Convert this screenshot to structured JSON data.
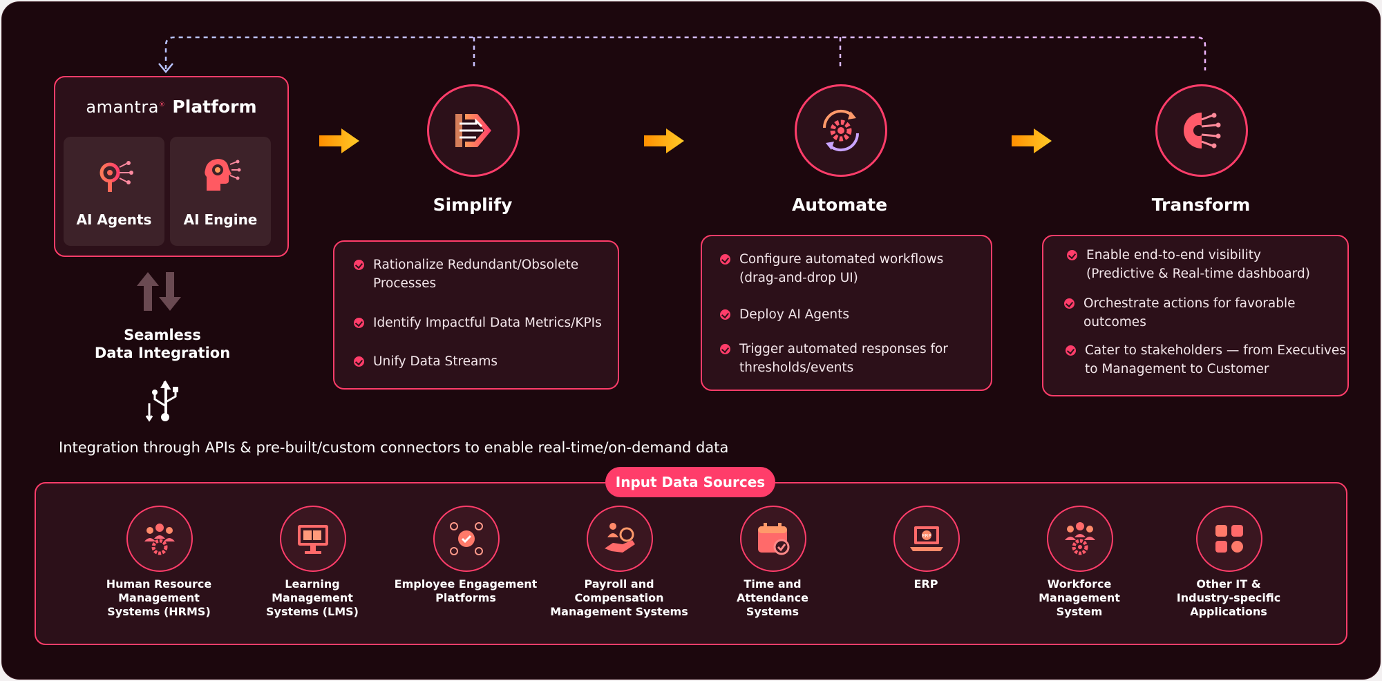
{
  "platform": {
    "brand": "amantra",
    "brand_mark": "®",
    "title": "Platform",
    "sub_cards": [
      {
        "label": "AI Agents",
        "icon": "gear-circuit-icon"
      },
      {
        "label": "AI Engine",
        "icon": "head-gear-icon"
      }
    ]
  },
  "steps": [
    {
      "title": "Simplify",
      "icon": "merge-arrow-icon",
      "bullets": [
        [
          "Rationalize Redundant/Obsolete",
          "Processes"
        ],
        [
          "Identify Impactful Data Metrics/KPIs"
        ],
        [
          "Unify Data Streams"
        ]
      ]
    },
    {
      "title": "Automate",
      "icon": "gear-cycle-icon",
      "bullets": [
        [
          "Configure automated workflows",
          "(drag-and-drop UI)"
        ],
        [
          "Deploy AI Agents"
        ],
        [
          "Trigger automated responses for",
          "thresholds/events"
        ]
      ]
    },
    {
      "title": "Transform",
      "icon": "gear-network-icon",
      "bullets": [
        [
          "Enable end-to-end visibility",
          "(Predictive & Real-time dashboard)"
        ],
        [
          "Orchestrate actions for favorable",
          "outcomes"
        ],
        [
          "Cater to stakeholders — from Executives",
          "to Management to Customer"
        ]
      ]
    }
  ],
  "integration": {
    "title_line1": "Seamless",
    "title_line2": "Data Integration",
    "description": "Integration through APIs & pre-built/custom connectors to enable real-time/on-demand data"
  },
  "inputs": {
    "title": "Input Data Sources",
    "items": [
      {
        "lines": [
          "Human Resource",
          "Management",
          "Systems (HRMS)"
        ],
        "icon": "people-gear-icon"
      },
      {
        "lines": [
          "Learning",
          "Management",
          "Systems (LMS)"
        ],
        "icon": "monitor-book-icon"
      },
      {
        "lines": [
          "Employee Engagement",
          "Platforms"
        ],
        "icon": "people-network-icon"
      },
      {
        "lines": [
          "Payroll and",
          "Compensation",
          "Management Systems"
        ],
        "icon": "hand-coin-icon"
      },
      {
        "lines": [
          "Time and",
          "Attendance",
          "Systems"
        ],
        "icon": "calendar-check-icon"
      },
      {
        "lines": [
          "ERP"
        ],
        "icon": "erp-laptop-icon"
      },
      {
        "lines": [
          "Workforce",
          "Management",
          "System"
        ],
        "icon": "team-gear-icon"
      },
      {
        "lines": [
          "Other IT &",
          "Industry-specific",
          "Applications"
        ],
        "icon": "app-grid-icon"
      }
    ]
  },
  "colors": {
    "accent": "#ff3d6a",
    "arrow": "#ffa726",
    "background": "#1c070d",
    "card": "#2c1019"
  }
}
